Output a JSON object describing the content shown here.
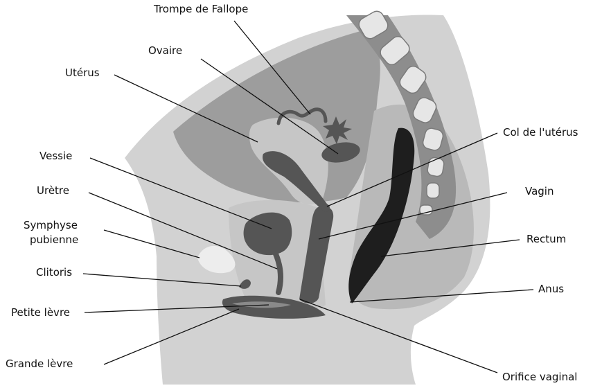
{
  "labels": {
    "trompe": "Trompe de Fallope",
    "ovaire": "Ovaire",
    "uterus": "Utérus",
    "vessie": "Vessie",
    "uretre": "Urètre",
    "symphyse_1": "Symphyse",
    "symphyse_2": "pubienne",
    "clitoris": "Clitoris",
    "petite_levre": "Petite lèvre",
    "grande_levre": "Grande lèvre",
    "col": "Col de l'utérus",
    "vagin": "Vagin",
    "rectum": "Rectum",
    "anus": "Anus",
    "orifice": "Orifice vaginal"
  }
}
